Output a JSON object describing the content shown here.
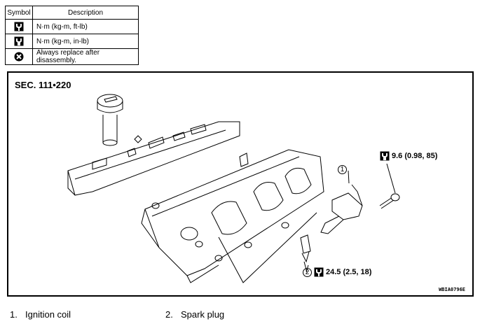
{
  "legend": {
    "header_symbol": "Symbol",
    "header_description": "Description",
    "rows": [
      {
        "icon": "torque-wrench-icon",
        "description": "N·m (kg-m, ft-lb)"
      },
      {
        "icon": "torque-wrench-small-icon",
        "description": "N·m (kg-m, in-lb)"
      },
      {
        "icon": "replace-part-icon",
        "description": "Always replace after disassembly."
      }
    ]
  },
  "figure": {
    "section": "SEC. 111•220",
    "callout_coil_number": "1",
    "callout_plug_number": "2",
    "torque_bolt": "9.6 (0.98, 85)",
    "torque_plug": "24.5 (2.5, 18)",
    "part_number": "WBIA0796E"
  },
  "parts": [
    {
      "num": "1.",
      "label": "Ignition coil"
    },
    {
      "num": "2.",
      "label": "Spark plug"
    }
  ]
}
